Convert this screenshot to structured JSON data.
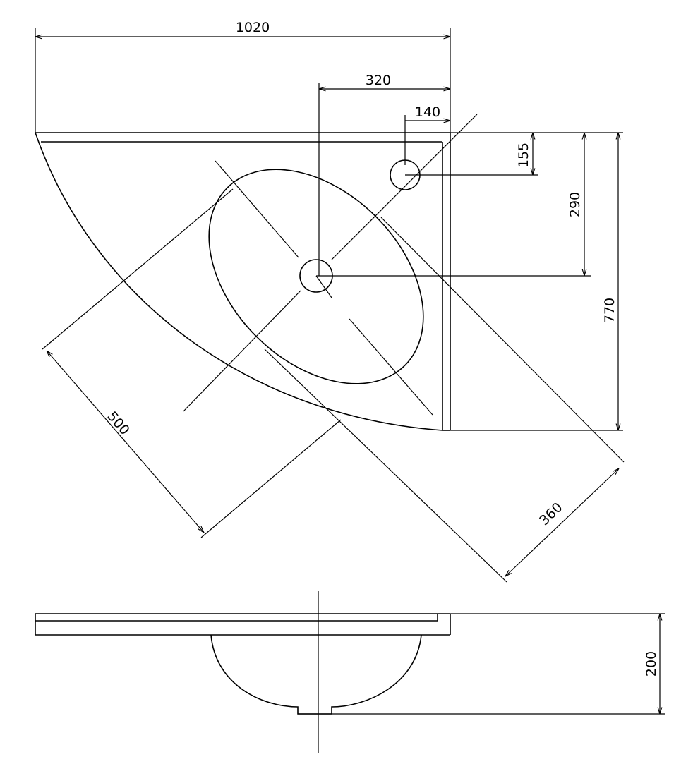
{
  "drawing": {
    "line_color": "#000000",
    "background": "#ffffff"
  },
  "dimensions": {
    "overall_width": "1020",
    "drain_offset": "320",
    "tap_offset": "140",
    "tap_depth": "155",
    "drain_depth": "290",
    "overall_depth": "770",
    "bowl_length": "500",
    "bowl_width": "360",
    "height": "200"
  }
}
